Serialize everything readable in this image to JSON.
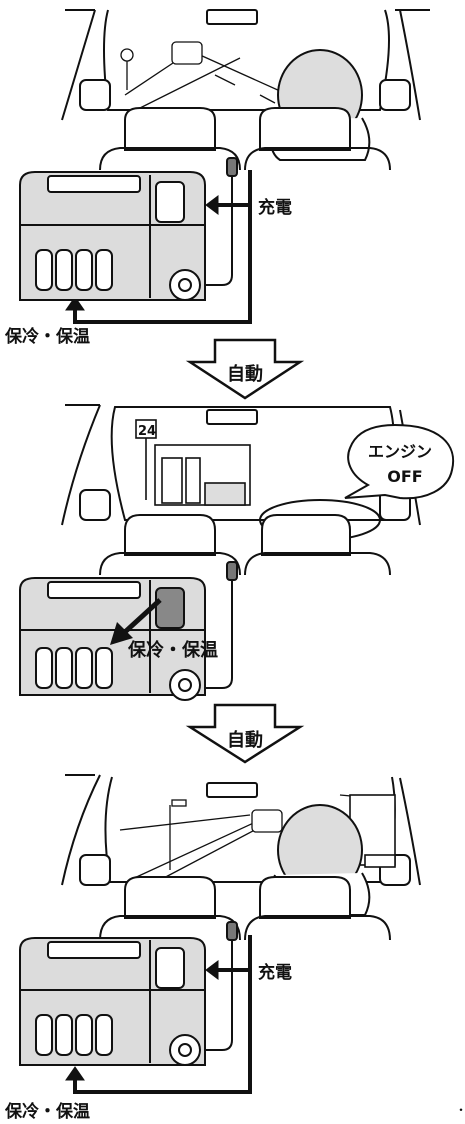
{
  "panels": [
    {
      "label_arrow": "充電",
      "label_bottom": "保冷・保温"
    },
    {
      "sign_number": "24",
      "bubble_line1": "エンジン",
      "bubble_line2": "OFF",
      "label_arrow": "保冷・保温"
    },
    {
      "label_arrow": "充電",
      "label_bottom": "保冷・保温"
    }
  ],
  "transitions": [
    "自動",
    "自動"
  ],
  "footer_mark": "・",
  "colors": {
    "ink": "#111111",
    "cooler_fill": "#dcdcdc",
    "cooler_shadow": "#bdbdbd",
    "socket_fill": "#8a8a8a"
  },
  "icons": [
    "car-interior",
    "windshield",
    "road",
    "driver-head",
    "seat",
    "cooler-box",
    "bottle",
    "wheel",
    "power-plug",
    "arrow-down",
    "speech-bubble",
    "convenience-store",
    "truck"
  ]
}
